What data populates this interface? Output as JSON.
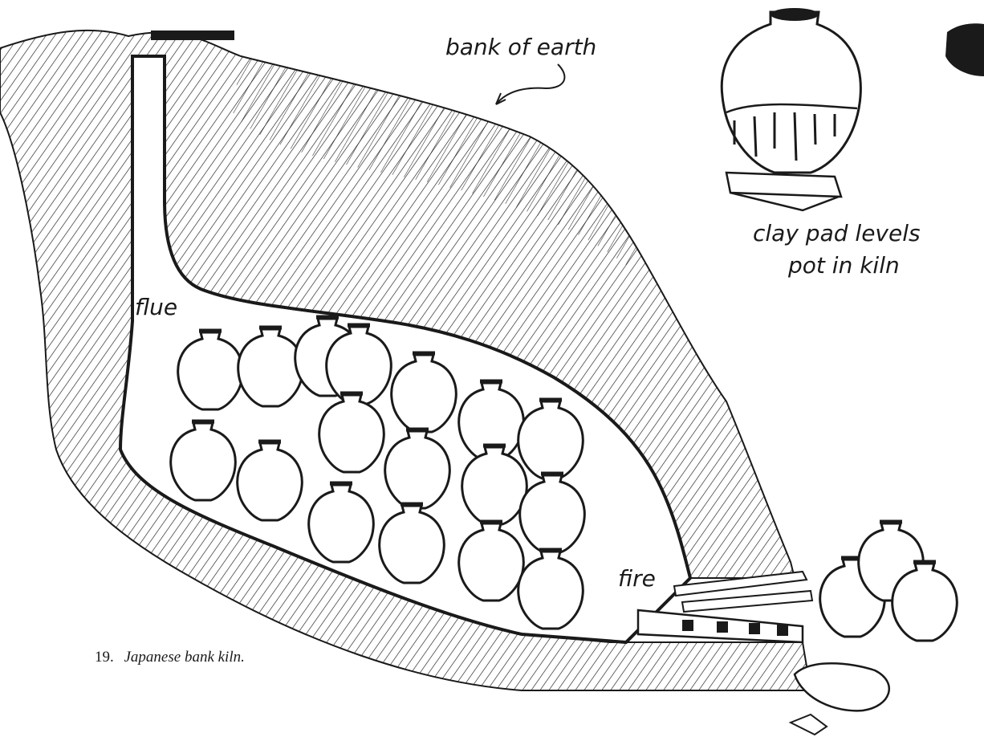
{
  "labels": {
    "bank_of_earth": "bank of earth",
    "clay_pad_line1": "clay pad levels",
    "clay_pad_line2": "pot in kiln",
    "flue": "flue",
    "fire": "fire"
  },
  "caption": {
    "number": "19.",
    "text": "Japanese bank kiln."
  },
  "colors": {
    "ink": "#1a1a1a",
    "paper": "#ffffff"
  }
}
